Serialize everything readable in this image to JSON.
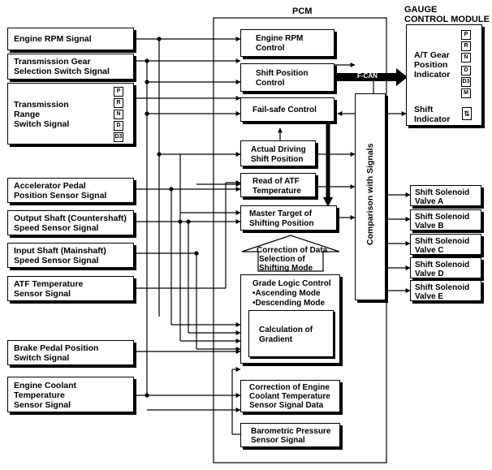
{
  "pcm_title": "PCM",
  "gcm_title": [
    "GAUGE",
    "CONTROL MODULE"
  ],
  "fcan_label": "F-CAN",
  "inputs": {
    "engine_rpm": [
      "Engine RPM Signal"
    ],
    "trans_gear": [
      "Transmission Gear",
      "Selection Switch Signal"
    ],
    "trans_range": [
      "Transmission",
      "Range",
      "Switch Signal"
    ],
    "trans_range_positions": [
      "P",
      "R",
      "N",
      "D",
      "D3"
    ],
    "accel": [
      "Accelerator Pedal",
      "Position Sensor Signal"
    ],
    "output_shaft": [
      "Output Shaft (Countershaft)",
      "Speed Sensor Signal"
    ],
    "input_shaft": [
      "Input Shaft (Mainshaft)",
      "Speed Sensor Signal"
    ],
    "atf_temp": [
      "ATF Temperature",
      "Sensor Signal"
    ],
    "brake": [
      "Brake Pedal Position",
      "Switch Signal"
    ],
    "coolant": [
      "Engine Coolant",
      "Temperature",
      "Sensor Signal"
    ]
  },
  "pcm_blocks": {
    "engine_rpm_control": [
      "Engine RPM",
      "Control"
    ],
    "shift_position_control": [
      "Shift Position",
      "Control"
    ],
    "failsafe_control": [
      "Fail-safe Control"
    ],
    "actual_driving": [
      "Actual Driving",
      "Shift Position"
    ],
    "read_atf": [
      "Read of ATF",
      "Temperature"
    ],
    "master_target": [
      "Master Target of",
      "Shifting Position"
    ],
    "correction_data": [
      "Correction of Data",
      "Selection of",
      "Shifting Mode"
    ],
    "grade_logic": [
      "Grade Logic Control"
    ],
    "grade_modes": [
      "Ascending Mode",
      "Descending Mode"
    ],
    "calc_gradient": [
      "Calculation of",
      "Gradient"
    ],
    "correction_coolant": [
      "Correction of Engine",
      "Coolant Temperature",
      "Sensor Signal Data"
    ],
    "barometric": [
      "Barometric Pressure",
      "Sensor Signal"
    ],
    "comparison": "Comparison with Signals"
  },
  "gauge": {
    "at_gear": [
      "A/T Gear",
      "Position",
      "Indicator"
    ],
    "at_gear_positions": [
      "P",
      "R",
      "N",
      "D",
      "D3",
      "M"
    ],
    "shift_indicator": [
      "Shift",
      "Indicator"
    ]
  },
  "outputs": {
    "valve_a": [
      "Shift Solenoid",
      "Valve A"
    ],
    "valve_b": [
      "Shift Solenoid",
      "Valve B"
    ],
    "valve_c": [
      "Shift Solenoid",
      "Valve C"
    ],
    "valve_d": [
      "Shift Solenoid",
      "Valve D"
    ],
    "valve_e": [
      "Shift Solenoid",
      "Valve E"
    ]
  }
}
